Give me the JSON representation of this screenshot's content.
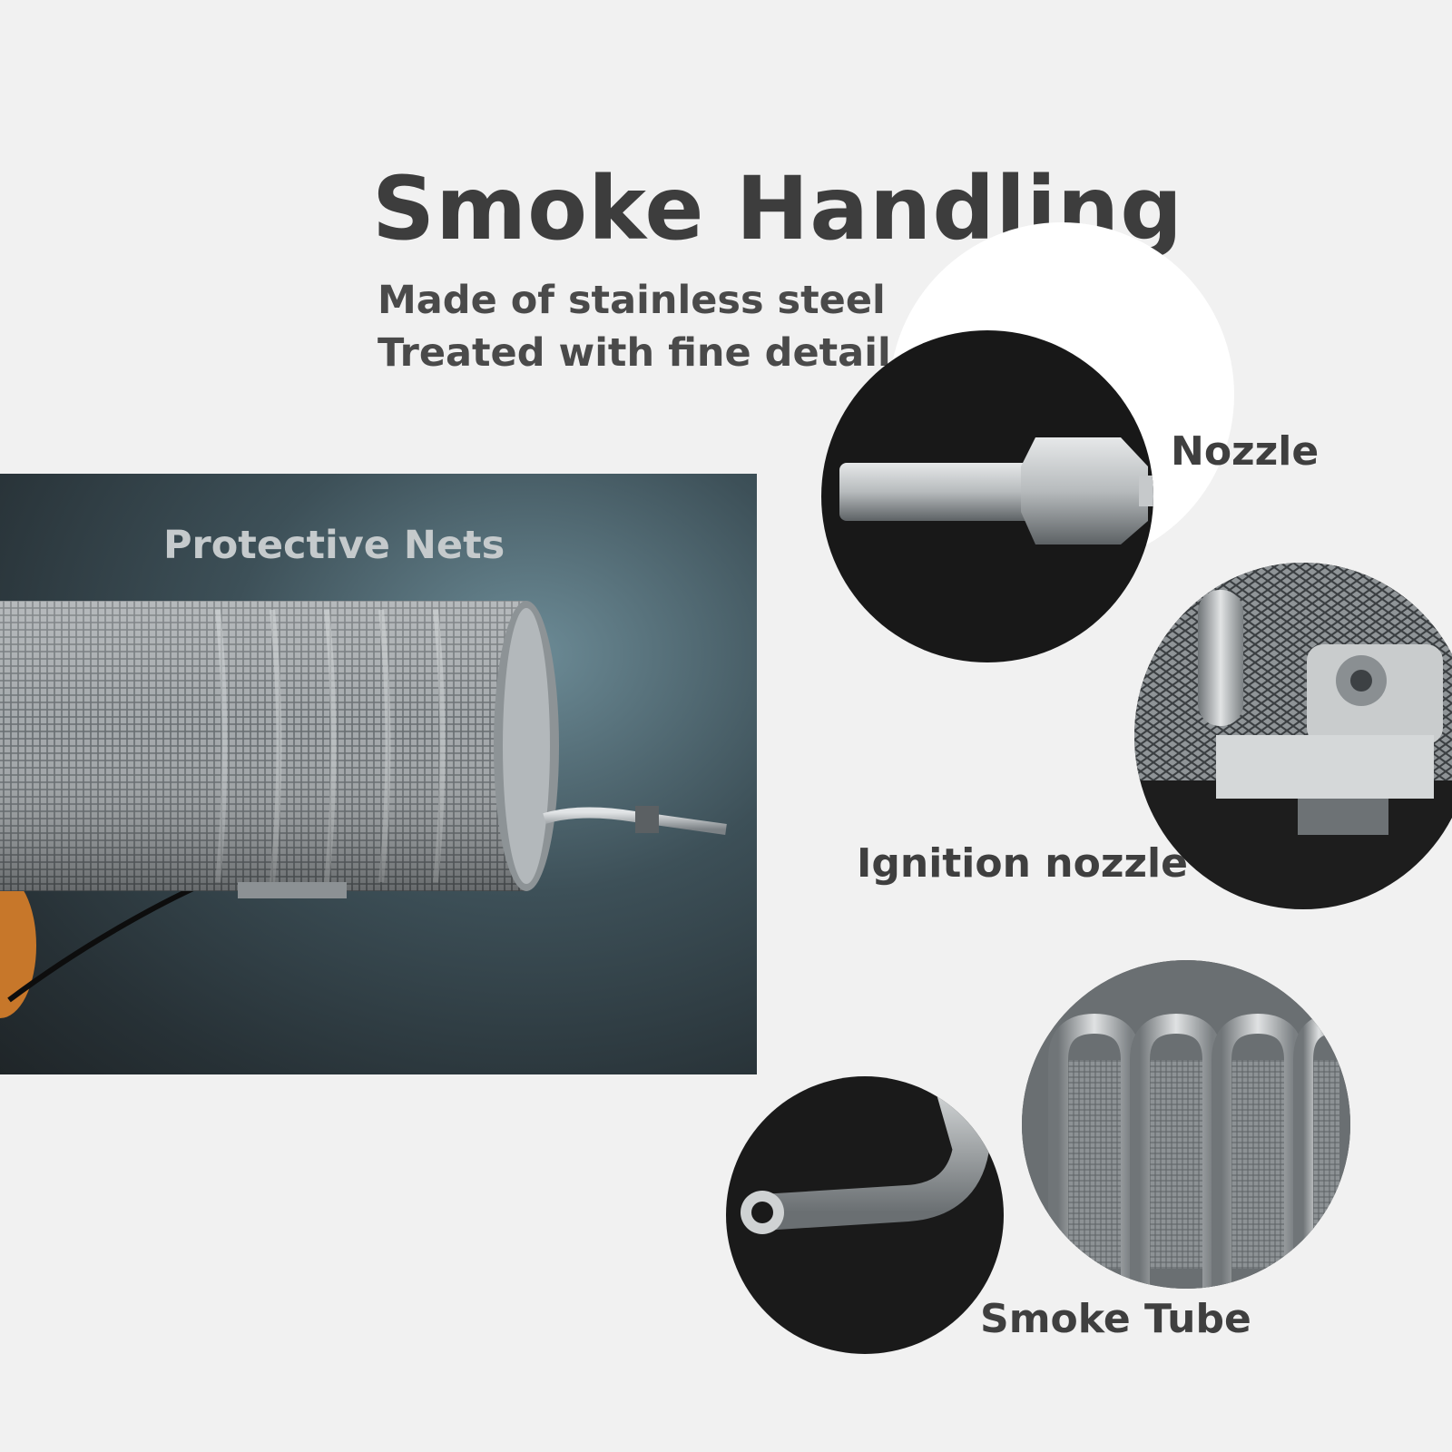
{
  "title": "Smoke Handling",
  "subtitle_lines": [
    "Made of stainless steel",
    "Treated with fine detail"
  ],
  "main_photo": {
    "label": "Protective Nets",
    "icon": "mesh-cylinder-icon"
  },
  "details": [
    {
      "label": "Nozzle",
      "icon": "nozzle-icon"
    },
    {
      "label": "Ignition nozzle",
      "icon": "ignition-nozzle-icon"
    },
    {
      "label": "Smoke Tube",
      "icon": "smoke-tube-icon"
    }
  ],
  "colors": {
    "background": "#f1f1f1",
    "text": "#3d3d3d",
    "photo_dark": "#273136",
    "steel": "#a9aeb1"
  }
}
